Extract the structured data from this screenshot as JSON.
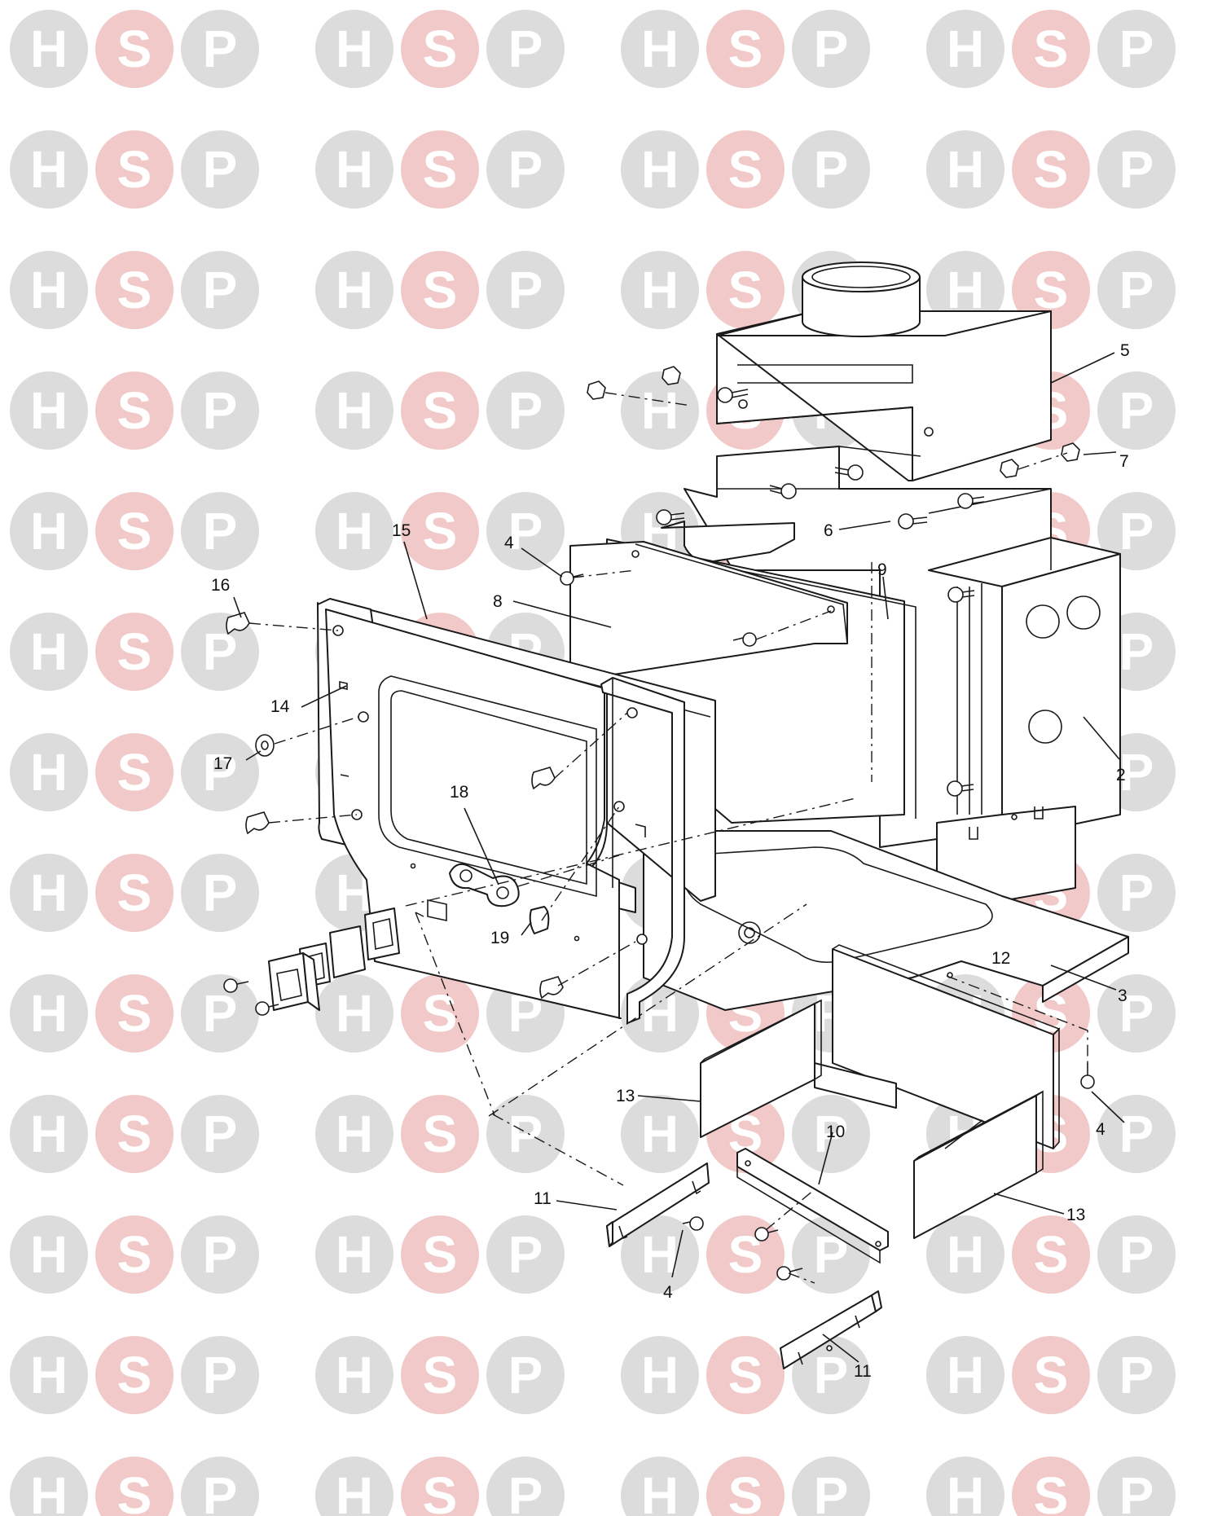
{
  "watermark": {
    "letters": [
      "H",
      "S",
      "P"
    ],
    "colors": {
      "H": "#dcdcdc",
      "S": "#f2c9c9",
      "P": "#dcdcdc",
      "letter": "#ffffff",
      "center_H": "#b9cde6",
      "center_S": "#e8b3b3",
      "center_P": "#b9cde6"
    }
  },
  "diagram": {
    "line_color": "#1a1a1a",
    "callouts": [
      {
        "id": "c2",
        "text": "2"
      },
      {
        "id": "c3",
        "text": "3"
      },
      {
        "id": "c4a",
        "text": "4"
      },
      {
        "id": "c4b",
        "text": "4"
      },
      {
        "id": "c4c",
        "text": "4"
      },
      {
        "id": "c5",
        "text": "5"
      },
      {
        "id": "c6",
        "text": "6"
      },
      {
        "id": "c7",
        "text": "7"
      },
      {
        "id": "c8",
        "text": "8"
      },
      {
        "id": "c9",
        "text": "9"
      },
      {
        "id": "c10",
        "text": "10"
      },
      {
        "id": "c11a",
        "text": "11"
      },
      {
        "id": "c11b",
        "text": "11"
      },
      {
        "id": "c12",
        "text": "12"
      },
      {
        "id": "c13a",
        "text": "13"
      },
      {
        "id": "c13b",
        "text": "13"
      },
      {
        "id": "c14",
        "text": "14"
      },
      {
        "id": "c15",
        "text": "15"
      },
      {
        "id": "c16",
        "text": "16"
      },
      {
        "id": "c17",
        "text": "17"
      },
      {
        "id": "c18",
        "text": "18"
      },
      {
        "id": "c19",
        "text": "19"
      }
    ]
  }
}
